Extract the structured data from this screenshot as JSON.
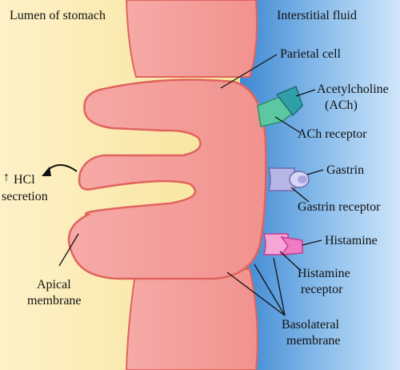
{
  "regions": {
    "lumen": "Lumen of stomach",
    "interstitial": "Interstitial fluid"
  },
  "labels": {
    "parietal_cell": "Parietal cell",
    "acetylcholine": "Acetylcholine",
    "ach_abbrev": "(ACh)",
    "ach_receptor": "ACh receptor",
    "gastrin": "Gastrin",
    "gastrin_receptor": "Gastrin receptor",
    "histamine": "Histamine",
    "histamine_receptor_1": "Histamine",
    "histamine_receptor_2": "receptor",
    "basolateral_1": "Basolateral",
    "basolateral_2": "membrane",
    "apical_1": "Apical",
    "apical_2": "membrane",
    "hcl_arrow": "↑",
    "hcl_1": "HCl",
    "hcl_2": "secretion"
  },
  "colors": {
    "lumen_bg": "#fbecb4",
    "fluid_bg": "#5aa0dc",
    "cell_fill": "#f7a9a6",
    "cell_stroke": "#e0635e",
    "ach_receptor": "#5cc8a2",
    "gastrin_receptor": "#b8b6e6",
    "histamine_receptor": "#f5a6d6"
  }
}
